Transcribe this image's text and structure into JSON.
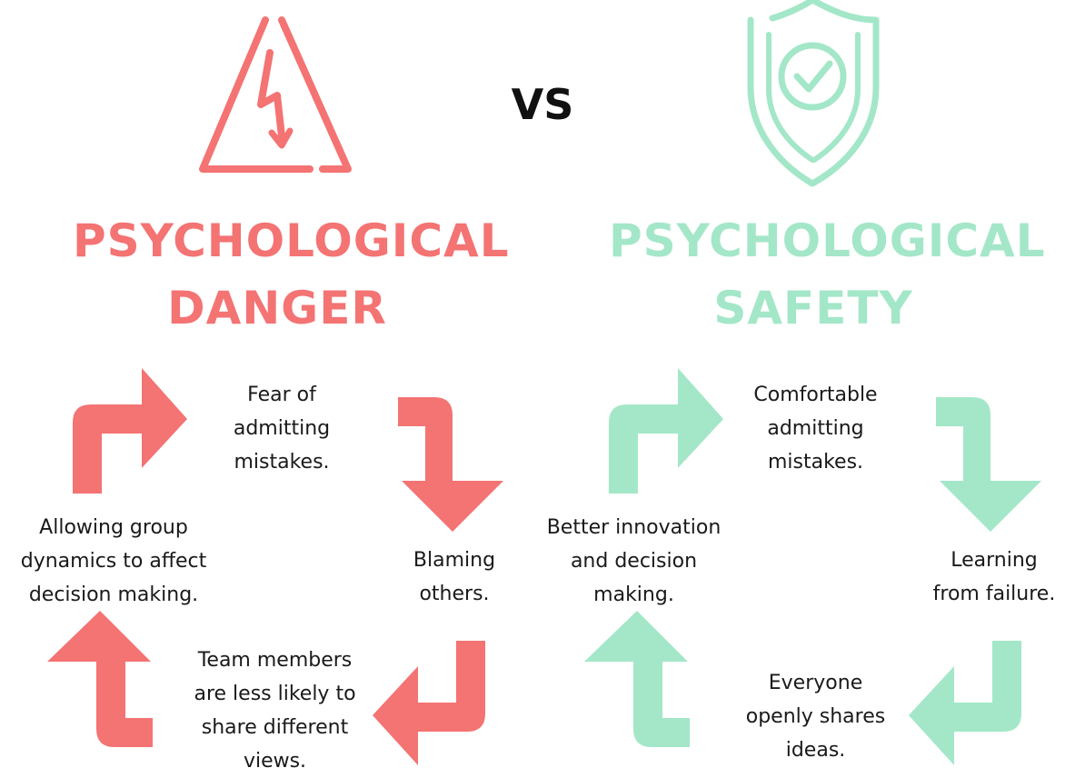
{
  "colors": {
    "danger": "#f47373",
    "safety": "#a3e7c8",
    "text": "#1a1a1a"
  },
  "vs_label": "VS",
  "danger": {
    "icon": "warning-triangle-lightning-icon",
    "title": "PSYCHOLOGICAL\nDANGER",
    "steps": {
      "top": "Fear of\nadmitting\nmistakes.",
      "right": "Blaming\nothers.",
      "bottom": "Team members\nare less likely to\nshare different\nviews.",
      "left": "Allowing group\ndynamics to affect\ndecision making."
    }
  },
  "safety": {
    "icon": "shield-check-icon",
    "title": "PSYCHOLOGICAL\nSAFETY",
    "steps": {
      "top": "Comfortable\nadmitting\nmistakes.",
      "right": "Learning\nfrom failure.",
      "bottom": "Everyone\nopenly shares\nideas.",
      "left": "Better innovation\nand decision\nmaking."
    }
  }
}
